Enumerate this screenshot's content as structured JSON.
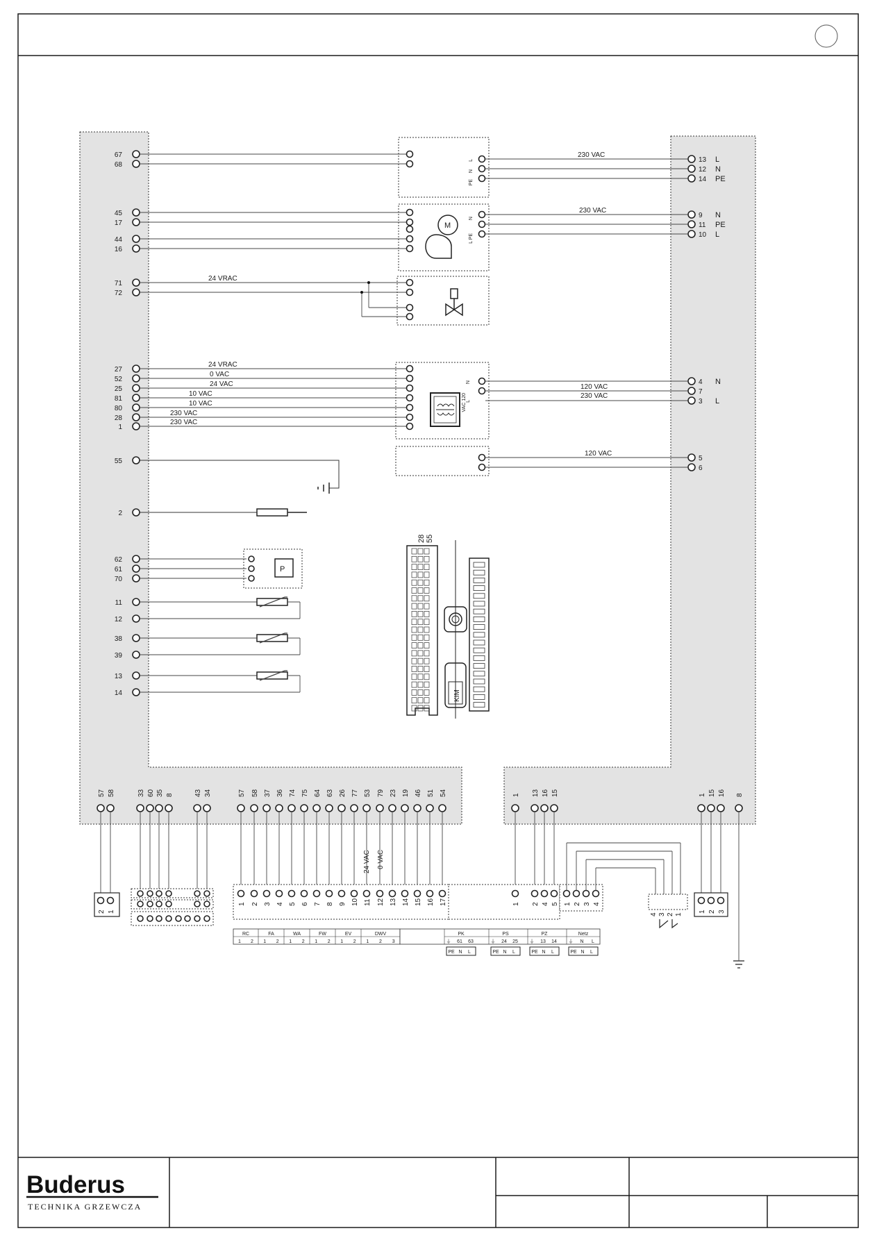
{
  "brand": {
    "name": "Buderus",
    "tagline": "TECHNIKA GRZEWCZA"
  },
  "colors": {
    "panel": "#e3e3e3",
    "wire": "#333333",
    "frame": "#1a1a1a"
  },
  "left_terminals": {
    "groups": [
      [
        "67",
        "68"
      ],
      [
        "45",
        "17",
        "44",
        "16"
      ],
      [
        "71",
        "72"
      ],
      [
        "27",
        "52",
        "25",
        "81",
        "80",
        "28",
        "1"
      ],
      [
        "55"
      ],
      [
        "2"
      ],
      [
        "62",
        "61",
        "70"
      ],
      [
        "11",
        "12"
      ],
      [
        "38",
        "39"
      ],
      [
        "13",
        "14"
      ]
    ]
  },
  "right_terminals": [
    {
      "num": "13",
      "tag": "L"
    },
    {
      "num": "12",
      "tag": "N"
    },
    {
      "num": "14",
      "tag": "PE"
    },
    {
      "num": "9",
      "tag": "N"
    },
    {
      "num": "11",
      "tag": "PE"
    },
    {
      "num": "10",
      "tag": "L"
    },
    {
      "num": "4",
      "tag": "N"
    },
    {
      "num": "7",
      "tag": ""
    },
    {
      "num": "3",
      "tag": "L"
    },
    {
      "num": "5",
      "tag": ""
    },
    {
      "num": "6",
      "tag": ""
    }
  ],
  "wire_labels": {
    "w_67": "",
    "w_top_r": "230 VAC",
    "w_pump_r": "230 VAC",
    "w_71": "24 VRAC",
    "w_27": "24 VRAC",
    "w_52": "0 VAC",
    "w_25": "24 VAC",
    "w_81": "10 VAC",
    "w_80": "10 VAC",
    "w_28": "230 VAC",
    "w_1": "230 VAC",
    "w_tr_r1": "120 VAC",
    "w_tr_r2": "230 VAC",
    "w_bot_r": "120 VAC",
    "vert_24": "24 VAC",
    "vert_0": "0 VAC"
  },
  "pin_labels": {
    "box1": [
      "L",
      "N",
      "PE"
    ],
    "box2": [
      "N",
      "L PE",
      ""
    ],
    "box4": [
      "N",
      "L",
      "VAC 120"
    ],
    "motor": "M",
    "pressure": "P",
    "kim": "KIM",
    "conn_top": [
      "28",
      "55"
    ]
  },
  "bottom_left_terminals": [
    "57",
    "58",
    "33",
    "60",
    "35",
    "8",
    "43",
    "34"
  ],
  "bottom_mid_terminals": [
    "57",
    "58",
    "37",
    "36",
    "74",
    "75",
    "64",
    "63",
    "26",
    "77",
    "53",
    "79",
    "23",
    "19",
    "46",
    "51",
    "54"
  ],
  "bottom_right_terminals": [
    "1",
    "13",
    "16",
    "15"
  ],
  "bottom_far_terminals": [
    "1",
    "15",
    "16",
    "8"
  ],
  "lower_connectors": {
    "c21": [
      "2",
      "1"
    ],
    "strip_nums": [
      "1",
      "2",
      "3",
      "4",
      "5",
      "6",
      "7",
      "8",
      "9",
      "10",
      "11",
      "12",
      "13",
      "14",
      "15",
      "16",
      "17"
    ],
    "rb_nums": [
      "1",
      "2",
      "4",
      "5"
    ],
    "rb2_nums": [
      "1",
      "2",
      "3",
      "4"
    ],
    "sw_nums": [
      "4",
      "3",
      "2",
      "1"
    ],
    "c123": [
      "1",
      "2",
      "3"
    ],
    "func_labels": [
      {
        "t": "RC",
        "pins": [
          "1",
          "2"
        ]
      },
      {
        "t": "FA",
        "pins": [
          "1",
          "2"
        ]
      },
      {
        "t": "WA",
        "pins": [
          "1",
          "2"
        ]
      },
      {
        "t": "FW",
        "pins": [
          "1",
          "2"
        ]
      },
      {
        "t": "EV",
        "pins": [
          "1",
          "2"
        ]
      },
      {
        "t": "DWV",
        "pins": [
          "1",
          "2",
          "3"
        ]
      }
    ],
    "power_labels": [
      {
        "t": "PK",
        "pins": [
          "⏚",
          "61",
          "63"
        ],
        "sub": [
          "PE",
          "N",
          "L"
        ]
      },
      {
        "t": "PS",
        "pins": [
          "⏚",
          "24",
          "25"
        ],
        "sub": [
          "PE",
          "N",
          "L"
        ]
      },
      {
        "t": "PZ",
        "pins": [
          "⏚",
          "13",
          "14"
        ],
        "sub": [
          "PE",
          "N",
          "L"
        ]
      },
      {
        "t": "Netz",
        "pins": [
          "⏚",
          "N",
          "L"
        ],
        "sub": [
          "PE",
          "N",
          "L"
        ]
      }
    ]
  }
}
